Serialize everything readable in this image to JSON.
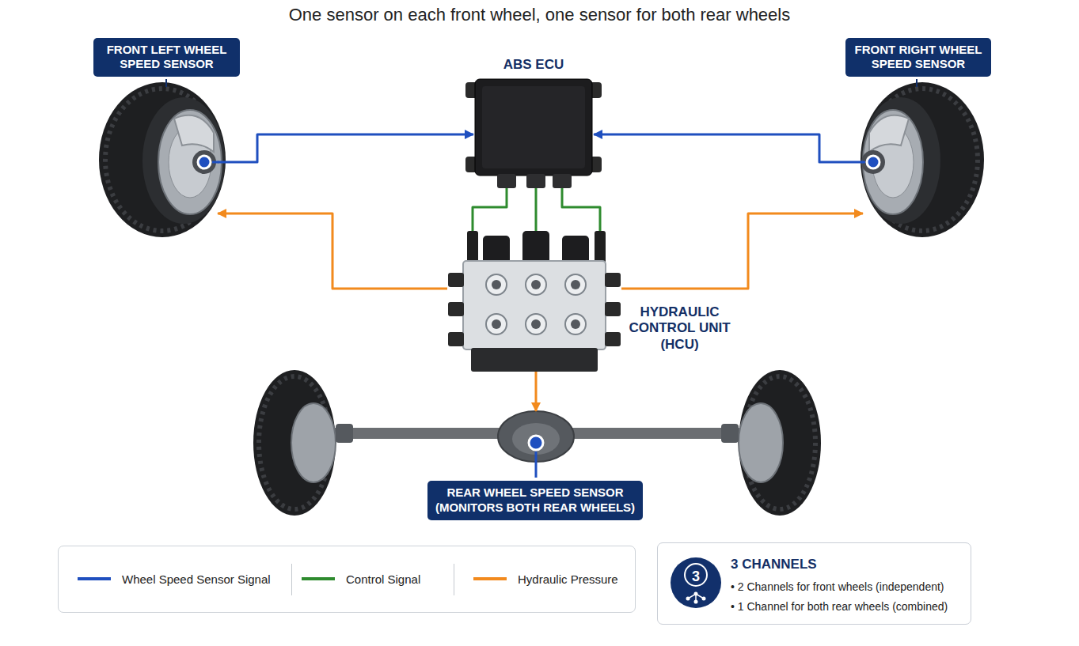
{
  "diagram": {
    "title": "One sensor on each front wheel, one sensor for both rear wheels",
    "nodes": [
      {
        "text": [
          "FRONT LEFT WHEEL SPEED SENSOR"
        ]
      },
      {
        "text": [
          "ABS ECU"
        ]
      },
      {
        "text": [
          "FRONT RIGHT WHEEL SPEED SENSOR"
        ]
      },
      {
        "text": [
          "HYDRAULIC CONTROL UNIT (HCU)"
        ]
      },
      {
        "text": [
          "REAR WHEEL SPEED SENSOR (MONITORS BOTH REAR WHEELS)"
        ]
      },
      {
        "text": [
          "3 CHANNELS",
          "• 2 Channels for front wheels (independent)",
          "• 1 Channel for both rear wheels (combined)"
        ]
      },
      {
        "text": [
          "3"
        ],
        "in": 5
      }
    ],
    "edges": [
      {
        "from": 0,
        "to": 1,
        "arrow": "to"
      },
      {
        "from": 2,
        "to": 1,
        "arrow": "to"
      },
      {
        "from": 1,
        "to": 3,
        "arrow": "none"
      },
      {
        "from": 1,
        "to": 3,
        "arrow": "none"
      },
      {
        "from": 1,
        "to": 3,
        "arrow": "none"
      },
      {
        "from": 3,
        "to": 0,
        "arrow": "to"
      },
      {
        "from": 3,
        "to": 2,
        "arrow": "to"
      },
      {
        "from": 3,
        "to": 4,
        "arrow": "to"
      }
    ],
    "legend": [
      {
        "text": "Wheel Speed Sensor Signal"
      },
      {
        "text": "Control Signal"
      },
      {
        "text": "Hydraulic Pressure"
      }
    ]
  }
}
